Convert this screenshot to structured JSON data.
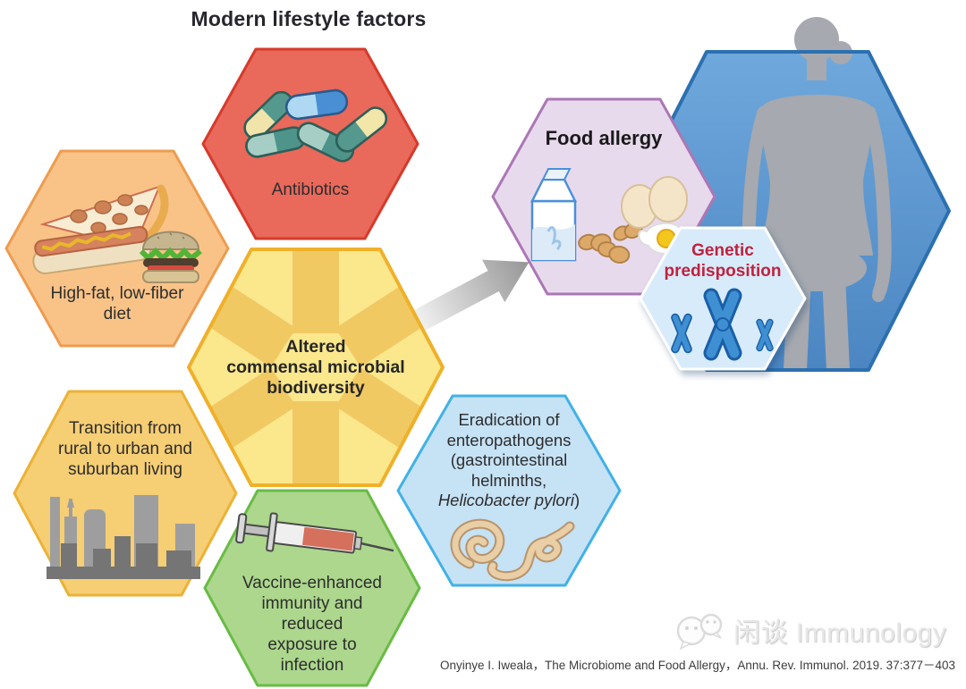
{
  "title": "Modern lifestyle factors",
  "citation": "Onyinye I. Iweala，The Microbiome and Food Allergy，Annu. Rev. Immunol. 2019. 37:377－403",
  "watermark": {
    "brand": "闲谈 Immunology",
    "icon": "speech-bubbles-icon"
  },
  "colors": {
    "antibiotics_fill": "#E9695B",
    "antibiotics_border": "#D63A2B",
    "high_fat_fill": "#F9C388",
    "high_fat_border": "#ED9C50",
    "central_fill": "#FBE78C",
    "central_spokes": "#F1C963",
    "central_border": "#EFB02A",
    "transition_fill": "#F6CE74",
    "transition_border": "#EBB236",
    "vaccine_fill": "#ACD78D",
    "vaccine_border": "#69BB45",
    "eradication_fill": "#C6E2F5",
    "eradication_border": "#41B1E7",
    "food_allergy_fill": "#E8DAED",
    "food_allergy_border": "#AB77B5",
    "genetic_fill": "#D8EBFA",
    "genetic_text": "#C0223F",
    "big_hexagon_top": "#6FA8DC",
    "big_hexagon_bottom": "#4C86C2",
    "big_hexagon_border": "#2C70B0",
    "silhouette_gray": "#A6A9AF",
    "arrow_gray": "#9A9A9A"
  },
  "hex": {
    "antibiotics": {
      "label": "Antibiotics",
      "icon": "pills-icon"
    },
    "high_fat": {
      "lines": [
        "High-fat, low-fiber",
        "diet"
      ],
      "icon": "fast-food-icon"
    },
    "central": {
      "lines": [
        "Altered",
        "commensal microbial",
        "biodiversity"
      ]
    },
    "transition": {
      "lines": [
        "Transition from",
        "rural to urban and",
        "suburban living"
      ],
      "icon": "city-skyline-icon"
    },
    "vaccine": {
      "lines": [
        "Vaccine-enhanced",
        "immunity and",
        "reduced",
        "exposure to",
        "infection"
      ],
      "icon": "syringe-icon"
    },
    "eradication": {
      "lines": [
        "Eradication of",
        "enteropathogens",
        "(gastrointestinal",
        "helminths,"
      ],
      "italic_species": "Helicobacter pylori",
      "suffix": ")",
      "icon": "helminth-worms-icon"
    },
    "food_allergy": {
      "label": "Food allergy",
      "icons": [
        "milk-carton-icon",
        "peanuts-icon",
        "eggs-icon"
      ]
    },
    "genetic": {
      "lines": [
        "Genetic",
        "predisposition"
      ],
      "icon": "chromosomes-icon"
    },
    "big_blue": {
      "figure": "human-silhouette"
    }
  }
}
